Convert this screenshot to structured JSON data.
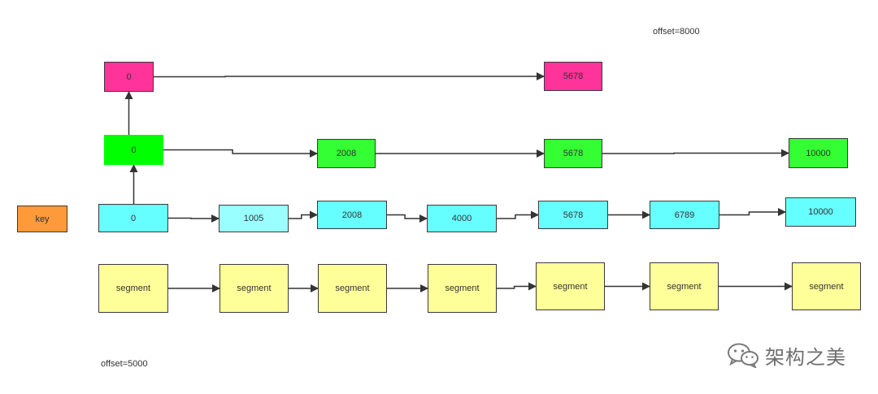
{
  "captions": {
    "top_offset": "offset=8000",
    "bottom_offset": "offset=5000"
  },
  "key_label": "key",
  "levels": {
    "level2": [
      "0",
      "5678"
    ],
    "level1": [
      "0",
      "2008",
      "5678",
      "10000"
    ],
    "level0": [
      "0",
      "1005",
      "2008",
      "4000",
      "5678",
      "6789",
      "10000"
    ],
    "segments": [
      "segment",
      "segment",
      "segment",
      "segment",
      "segment",
      "segment",
      "segment"
    ]
  },
  "colors": {
    "key": "#ff9a3a",
    "level2": "#ff3399",
    "level1": "#33ff33",
    "level1_head": "#00ff00",
    "level0": "#66ffff",
    "level0_alt": "#99ffff",
    "segment": "#ffff99",
    "line": "#333333"
  },
  "watermark": {
    "text": "架构之美",
    "icon": "wechat-icon"
  }
}
